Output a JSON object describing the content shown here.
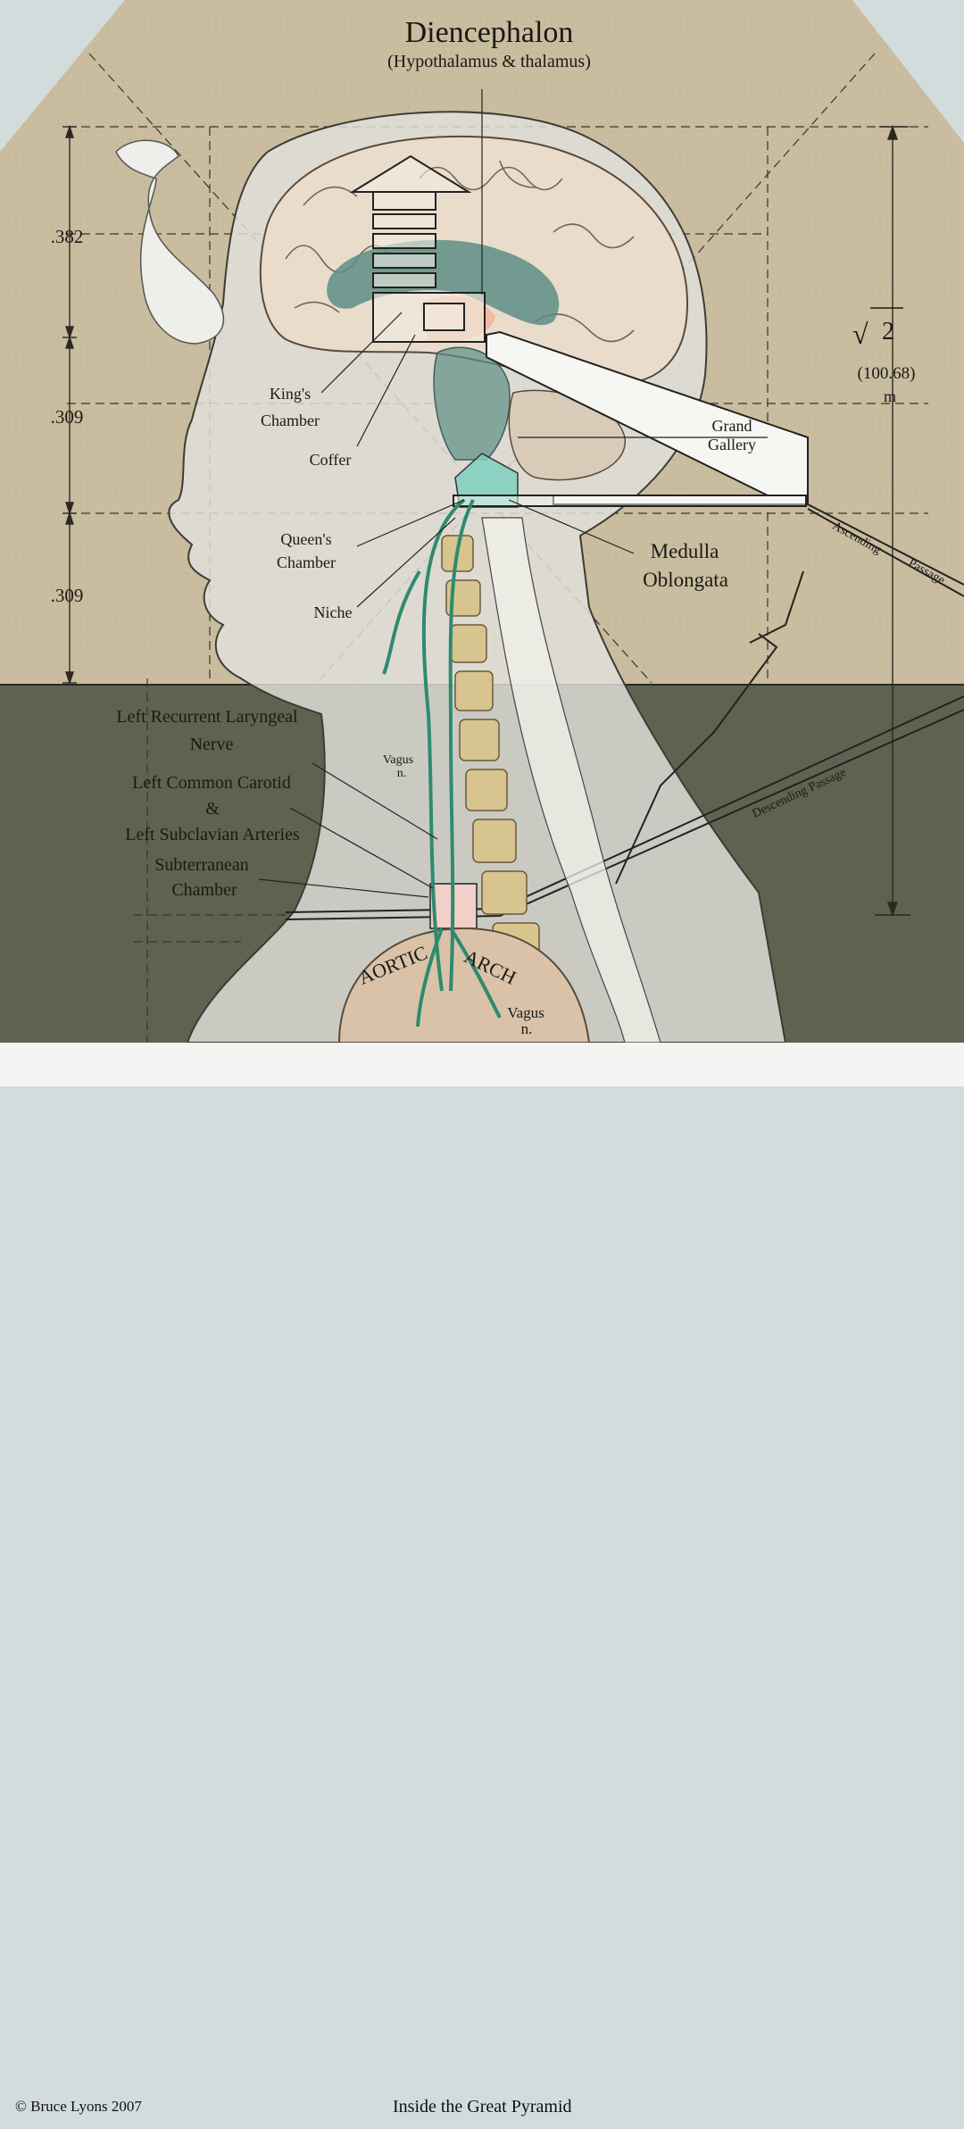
{
  "title": "Diencephalon",
  "subtitle": "(Hypothalamus & thalamus)",
  "ratios": {
    "top": ".382",
    "middle": ".309",
    "bottom": ".309"
  },
  "height": {
    "root_symbol": "√",
    "root_value": "2",
    "value": "(100.68)",
    "unit": "m"
  },
  "labels": {
    "kings_chamber_1": "King's",
    "kings_chamber_2": "Chamber",
    "coffer": "Coffer",
    "grand_gallery_1": "Grand",
    "grand_gallery_2": "Gallery",
    "queens_chamber_1": "Queen's",
    "queens_chamber_2": "Chamber",
    "niche": "Niche",
    "medulla_1": "Medulla",
    "medulla_2": "Oblongata",
    "ascending_1": "Ascending",
    "ascending_2": "Passage",
    "descending": "Descending Passage",
    "laryngeal_1": "Left Recurrent Laryngeal",
    "laryngeal_2": "Nerve",
    "carotid_1": "Left Common Carotid",
    "carotid_2": "&",
    "carotid_3": "Left Subclavian Arteries",
    "subterranean_1": "Subterranean",
    "subterranean_2": "Chamber",
    "vagus_top_1": "Vagus",
    "vagus_top_2": "n.",
    "vagus_bottom_1": "Vagus",
    "vagus_bottom_2": "n.",
    "aortic": "AORTIC",
    "arch": "ARCH"
  },
  "footer": {
    "copyright": "© Bruce Lyons 2007",
    "caption": "Inside the Great Pyramid"
  },
  "colors": {
    "sky": "#d2dcdc",
    "pyramid": "#c9bc9f",
    "ground": "#5f6250",
    "brain": "#eadccb",
    "ventricle": "#5d8e86",
    "nerve": "#2f8a70",
    "bone": "#d8c48e",
    "chamber_highlight": "#f0b89a",
    "medulla_highlight": "#7fd0c0"
  }
}
